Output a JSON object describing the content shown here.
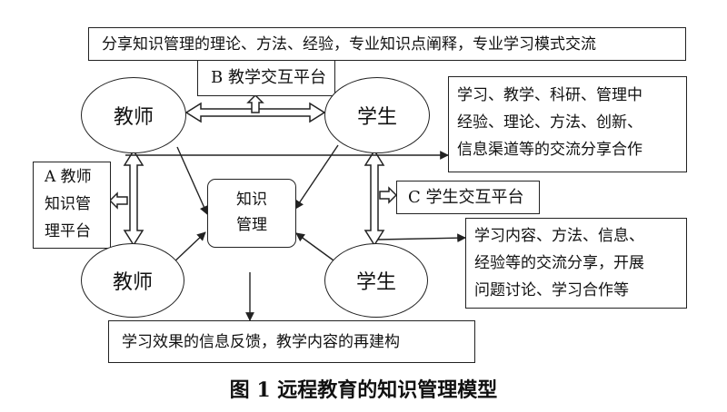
{
  "top_box": "分享知识管理的理论、方法、经验，专业知识点阐释，专业学习模式交流",
  "platform_b": "B 教学交互平台",
  "platform_a_lines": [
    "A 教师",
    "知识管",
    "理平台"
  ],
  "platform_c": "C 学生交互平台",
  "teacher_top": "教师",
  "student_top": "学生",
  "teacher_bottom": "教师",
  "student_bottom": "学生",
  "center_lines": [
    "知识",
    "管理"
  ],
  "right_top_lines": [
    "学习、教学、科研、管理中",
    "经验、理论、方法、创新、",
    "信息渠道等的交流分享合作"
  ],
  "right_mid_lines": [
    "学习内容、方法、信息、",
    "经验等的交流分享，开展",
    "问题讨论、学习合作等"
  ],
  "bottom_box": "学习效果的信息反馈，教学内容的再建构",
  "caption": "图 1   远程教育的知识管理模型"
}
